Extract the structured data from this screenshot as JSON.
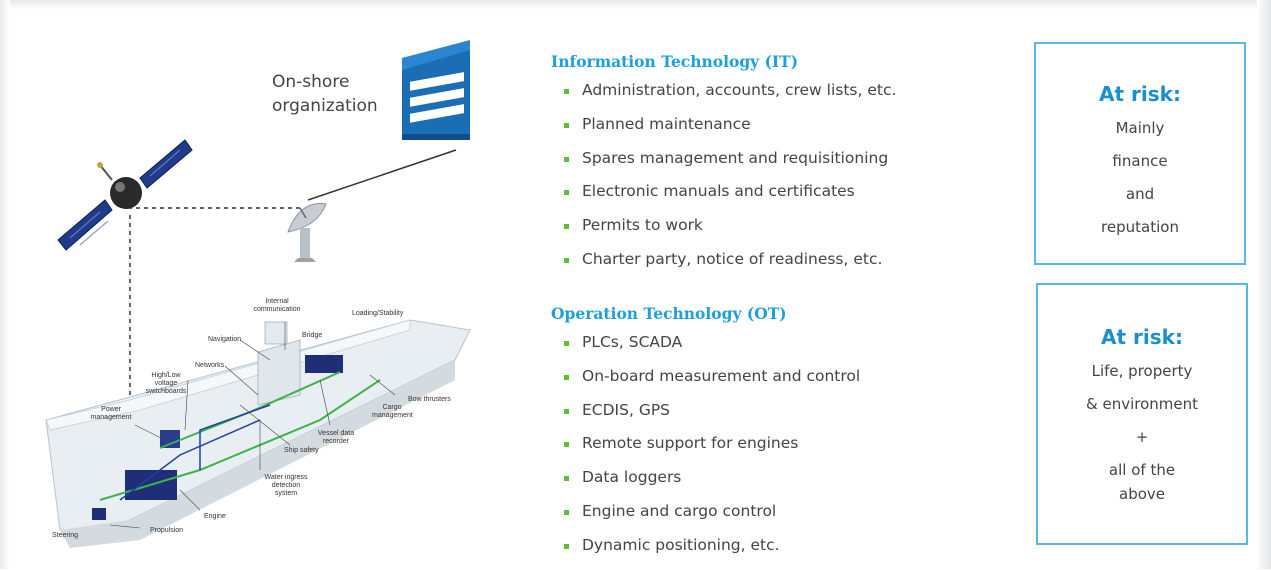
{
  "illustration": {
    "onshore_label_line1": "On-shore",
    "onshore_label_line2": "organization",
    "ship_labels": {
      "internal_comm": "Internal communication",
      "loading_stability": "Loading/Stability",
      "bridge": "Bridge",
      "navigation": "Navigation",
      "networks": "Networks",
      "switchboards": "High/Low voltage switchboards",
      "bow_thrusters": "Bow thrusters",
      "power_management": "Power management",
      "cargo_management": "Cargo management",
      "vessel_data_recorder": "Vessel data recorder",
      "ship_safety": "Ship safety",
      "water_ingress": "Water ingress detection system",
      "engine": "Engine",
      "steering": "Steering",
      "propulsion": "Propulsion"
    }
  },
  "it_section": {
    "title": "Information Technology (IT)",
    "items": [
      "Administration, accounts, crew lists, etc.",
      "Planned maintenance",
      "Spares management and requisitioning",
      "Electronic manuals and certificates",
      "Permits to work",
      "Charter party, notice of readiness, etc."
    ]
  },
  "ot_section": {
    "title": "Operation Technology (OT)",
    "items": [
      "PLCs, SCADA",
      "On-board measurement and control",
      "ECDIS, GPS",
      "Remote support for engines",
      "Data loggers",
      "Engine and cargo control",
      "Dynamic positioning, etc."
    ]
  },
  "risk_it": {
    "title": "At risk:",
    "lines": [
      "Mainly",
      "finance",
      "and",
      "reputation"
    ]
  },
  "risk_ot": {
    "title": "At risk:",
    "lines": [
      "Life, property",
      "& environment",
      "+",
      "all of the",
      "above"
    ]
  },
  "colors": {
    "accent_blue": "#1ba0de",
    "bullet_green": "#5cbf3a",
    "box_border": "#57b8e4"
  }
}
